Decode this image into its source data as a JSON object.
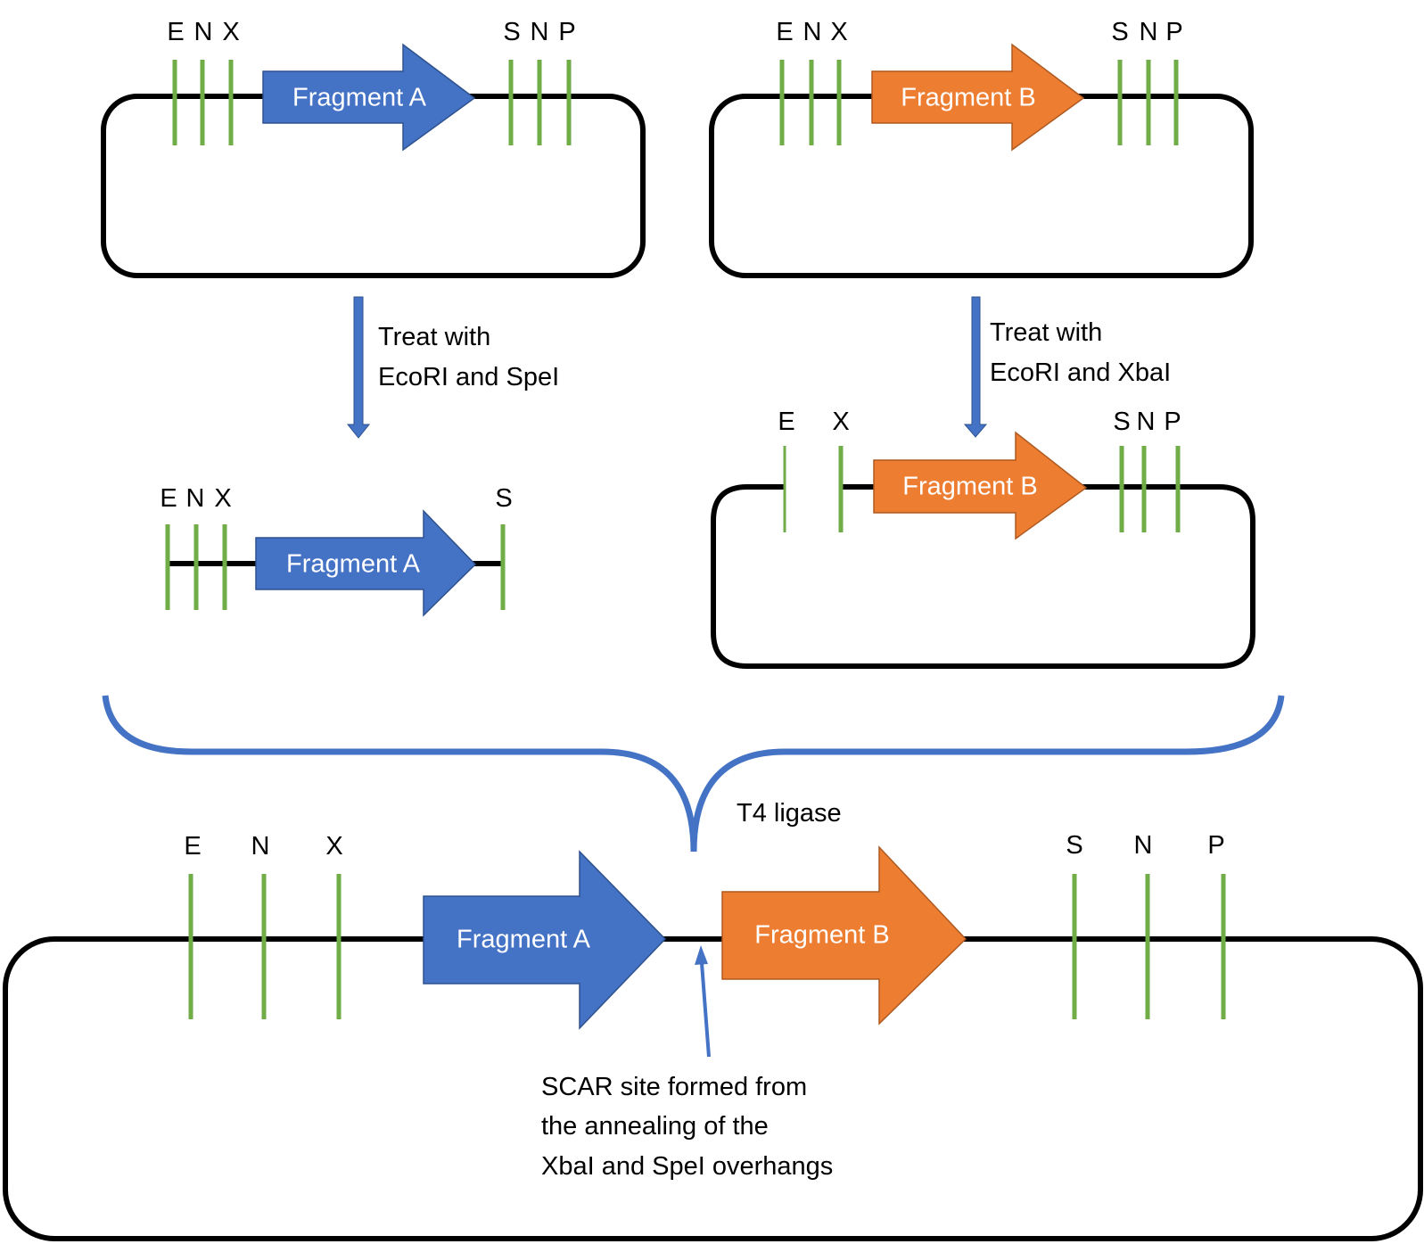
{
  "colors": {
    "fragment_a": "#4472c4",
    "fragment_b": "#ed7d31",
    "restriction_site": "#70ad47",
    "backbone": "#000000",
    "annotation_arrow": "#4472c4"
  },
  "plasmid_a": {
    "fragment_label": "Fragment A",
    "left_sites": [
      "E",
      "N",
      "X"
    ],
    "right_sites": [
      "S",
      "N",
      "P"
    ]
  },
  "plasmid_b": {
    "fragment_label": "Fragment B",
    "left_sites": [
      "E",
      "N",
      "X"
    ],
    "right_sites": [
      "S",
      "N",
      "P"
    ]
  },
  "step_a": {
    "line1": "Treat with",
    "line2": "EcoRI and SpeI"
  },
  "step_b": {
    "line1": "Treat with",
    "line2": "EcoRI and XbaI"
  },
  "digested_a": {
    "fragment_label": "Fragment A",
    "left_sites": [
      "E",
      "N",
      "X"
    ],
    "right_sites": [
      "S"
    ]
  },
  "digested_b": {
    "fragment_label": "Fragment B",
    "left_sites": [
      "E",
      "X"
    ],
    "right_sites": [
      "S",
      "N",
      "P"
    ]
  },
  "ligation": {
    "label": "T4 ligase"
  },
  "result": {
    "fragment_a_label": "Fragment A",
    "fragment_b_label": "Fragment B",
    "left_sites": [
      "E",
      "N",
      "X"
    ],
    "right_sites": [
      "S",
      "N",
      "P"
    ],
    "scar_note": {
      "line1": "SCAR site formed from",
      "line2": "the annealing of the",
      "line3": "XbaI and SpeI overhangs"
    }
  }
}
